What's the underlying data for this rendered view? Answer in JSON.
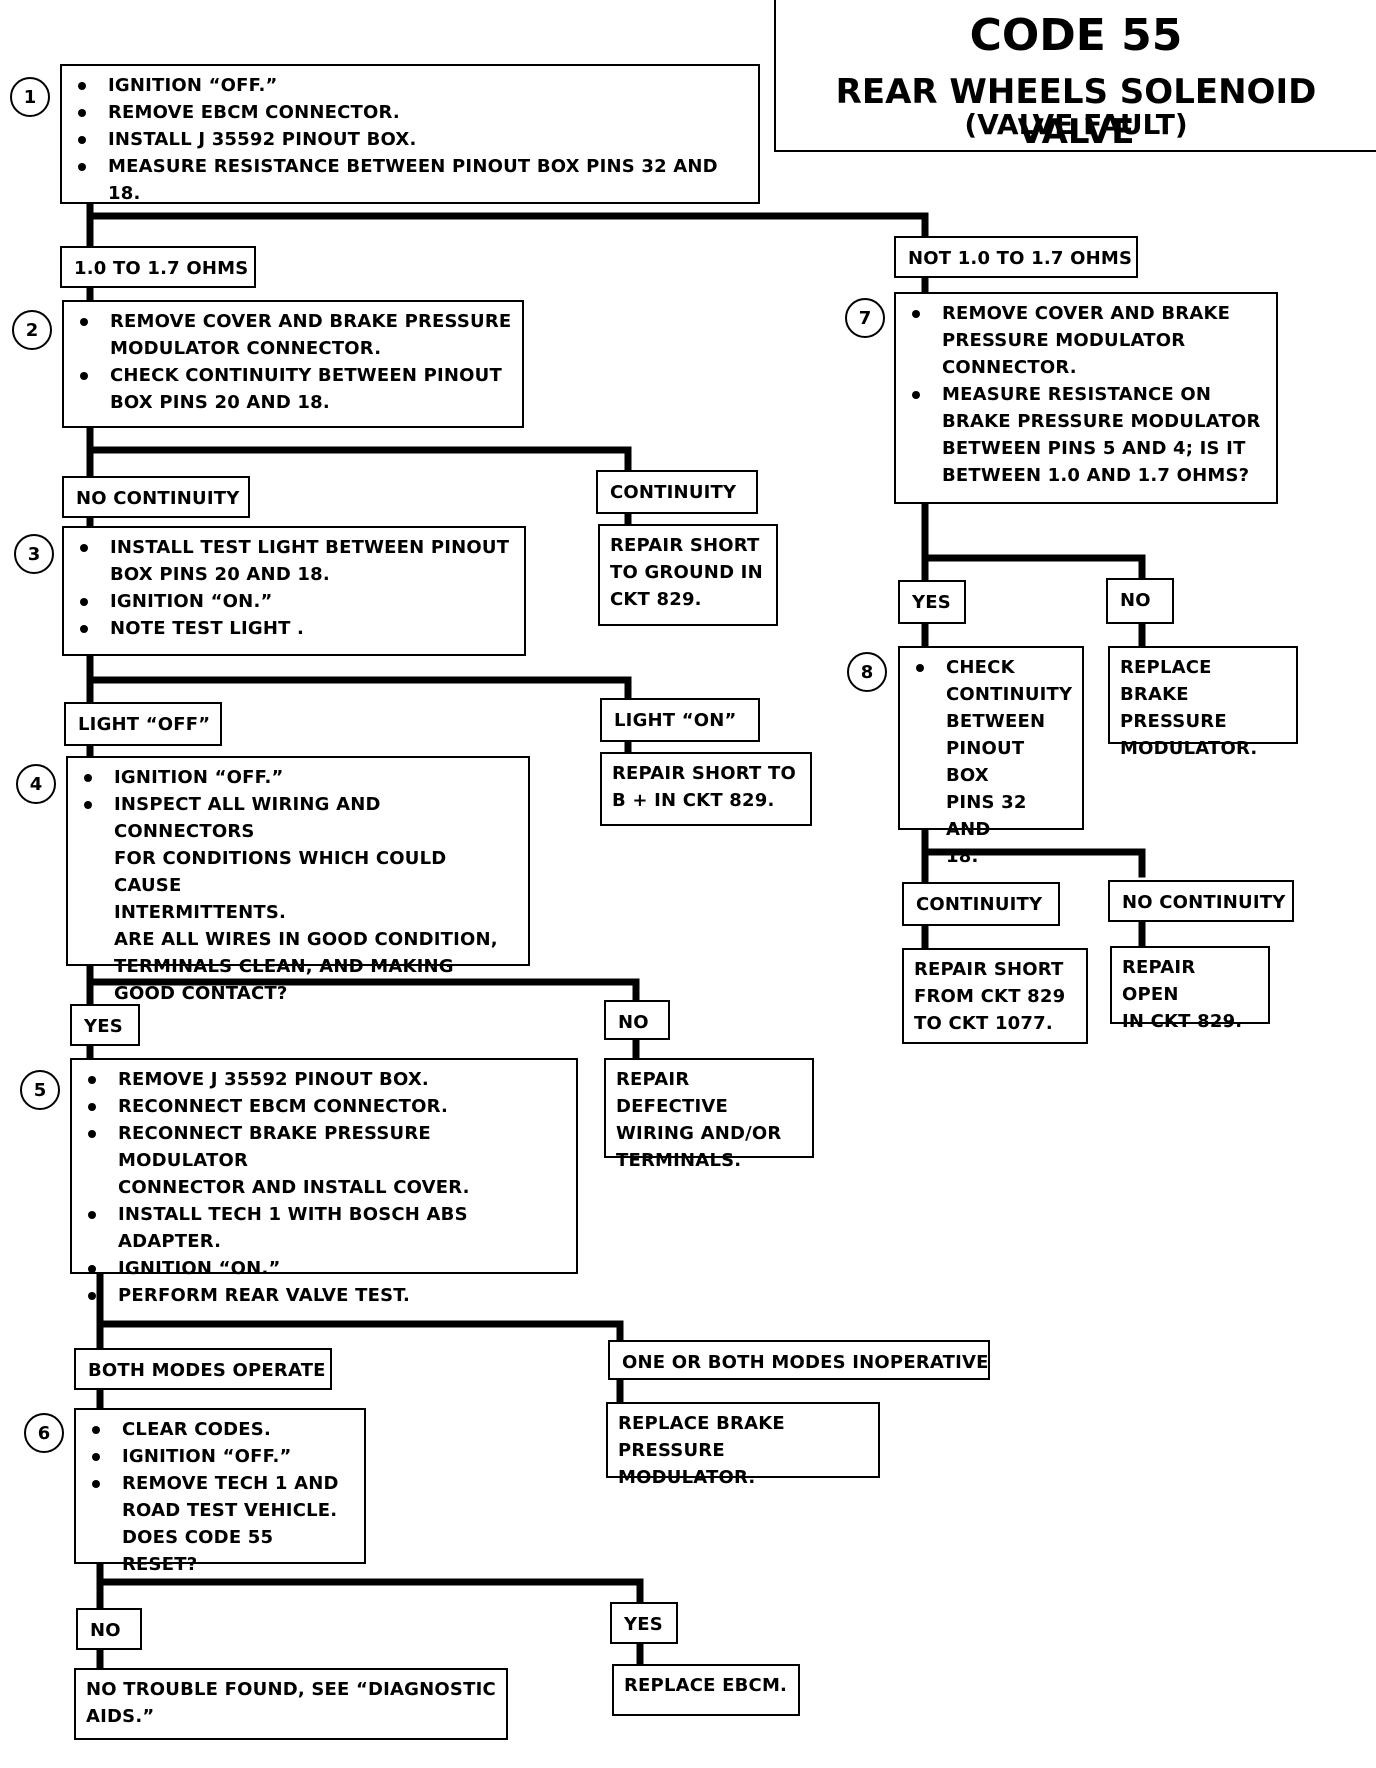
{
  "title": {
    "code": "CODE 55",
    "main": "REAR WHEELS SOLENOID VALVE",
    "sub": "(VALVE FAULT)"
  },
  "steps": [
    {
      "number": "1",
      "lines": [
        "IGNITION “OFF.”",
        "REMOVE EBCM CONNECTOR.",
        "INSTALL J 35592 PINOUT BOX.",
        "MEASURE RESISTANCE BETWEEN PINOUT BOX PINS 32 AND 18."
      ]
    },
    {
      "number": "2",
      "lines": [
        "REMOVE COVER AND BRAKE PRESSURE\nMODULATOR CONNECTOR.",
        "CHECK CONTINUITY BETWEEN PINOUT\nBOX PINS 20 AND 18."
      ]
    },
    {
      "number": "3",
      "lines": [
        "INSTALL TEST LIGHT BETWEEN PINOUT\nBOX PINS 20 AND 18.",
        "IGNITION “ON.”",
        "NOTE TEST LIGHT ."
      ]
    },
    {
      "number": "4",
      "lines": [
        "IGNITION “OFF.”",
        "INSPECT ALL WIRING AND CONNECTORS\nFOR CONDITIONS WHICH COULD CAUSE\nINTERMITTENTS."
      ],
      "question": "ARE ALL WIRES IN GOOD CONDITION,\nTERMINALS CLEAN,  AND MAKING\nGOOD CONTACT?"
    },
    {
      "number": "5",
      "lines": [
        "REMOVE J 35592 PINOUT BOX.",
        "RECONNECT EBCM CONNECTOR.",
        "RECONNECT BRAKE PRESSURE MODULATOR\nCONNECTOR AND INSTALL COVER.",
        "INSTALL TECH 1 WITH BOSCH ABS ADAPTER.",
        "IGNITION “ON.”",
        "PERFORM REAR VALVE TEST."
      ]
    },
    {
      "number": "6",
      "lines": [
        "CLEAR CODES.",
        "IGNITION “OFF.”",
        "REMOVE TECH 1 AND\nROAD TEST VEHICLE."
      ],
      "question": "DOES CODE 55 RESET?"
    },
    {
      "number": "7",
      "lines": [
        "REMOVE COVER AND BRAKE\nPRESSURE MODULATOR\nCONNECTOR.",
        "MEASURE RESISTANCE ON\nBRAKE PRESSURE MODULATOR\nBETWEEN PINS 5 AND  4; IS IT\nBETWEEN 1.0 AND 1.7 OHMS?"
      ]
    },
    {
      "number": "8",
      "lines": [
        "CHECK\nCONTINUITY\nBETWEEN\nPINOUT BOX\nPINS 32 AND\n18."
      ]
    }
  ],
  "labels": {
    "s1_yes": "1.0 TO 1.7 OHMS",
    "s1_no": "NOT 1.0 TO 1.7 OHMS",
    "s2_no": "NO CONTINUITY",
    "s2_yes": "CONTINUITY",
    "s3_off": "LIGHT “OFF”",
    "s3_on": "LIGHT “ON”",
    "s4_yes": "YES",
    "s4_no": "NO",
    "s5_yes": "BOTH MODES OPERATE",
    "s5_no": "ONE OR BOTH MODES INOPERATIVE",
    "s6_no": "NO",
    "s6_yes": "YES",
    "s7_yes": "YES",
    "s7_no": "NO",
    "s8_yes": "CONTINUITY",
    "s8_no": "NO CONTINUITY"
  },
  "results": {
    "short_ground": "REPAIR SHORT\nTO GROUND IN\nCKT 829.",
    "short_b": "REPAIR SHORT TO\nB + IN CKT 829.",
    "defective": "REPAIR DEFECTIVE\nWIRING AND/OR\nTERMINALS.",
    "replace_bpm": "REPLACE BRAKE\nPRESSURE MODULATOR.",
    "ntf": "NO TROUBLE FOUND, SEE “DIAGNOSTIC\nAIDS.”",
    "replace_ebcm": "REPLACE EBCM.",
    "replace_bpm2": "REPLACE BRAKE\nPRESSURE\nMODULATOR.",
    "short_1077": "REPAIR SHORT\nFROM CKT 829\nTO CKT 1077.",
    "open_829": "REPAIR OPEN\nIN CKT 829."
  }
}
